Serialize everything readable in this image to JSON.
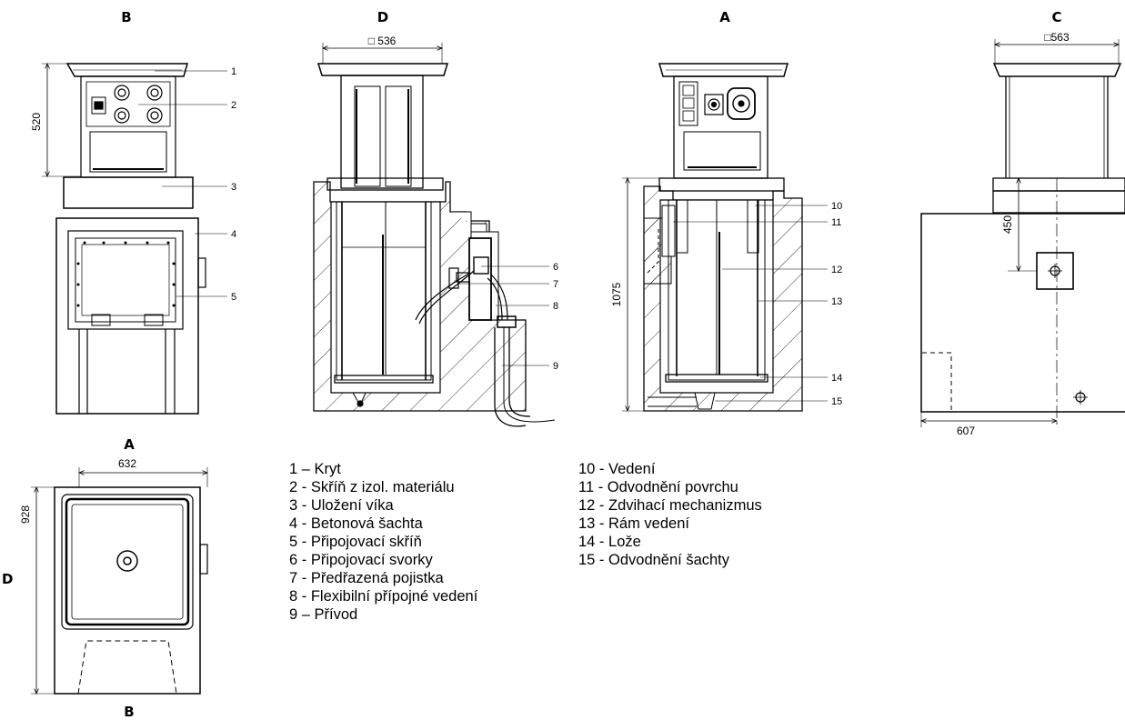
{
  "views": {
    "B_top": "B",
    "D_top": "D",
    "A_top": "A",
    "C_top": "C",
    "A_plan": "A",
    "B_plan": "B",
    "D_plan": "D"
  },
  "dimensions": {
    "b_height": "520",
    "d_width": "□ 536",
    "a_height": "1075",
    "c_width": "□563",
    "c_height": "450",
    "c_offset": "607",
    "plan_width": "632",
    "plan_depth": "928"
  },
  "callouts": {
    "b": [
      "1",
      "2",
      "3",
      "4",
      "5"
    ],
    "d": [
      "6",
      "7",
      "8",
      "9"
    ],
    "a": [
      "10",
      "11",
      "12",
      "13",
      "14",
      "15"
    ]
  },
  "legend": {
    "left": [
      "1 – Kryt",
      "2 - Skříň z izol. materiálu",
      "3 - Uložení víka",
      "4 - Betonová šachta",
      "5 - Připojovací skříň",
      "6 - Připojovací svorky",
      "7 - Předřazená pojistka",
      "8 - Flexibilní přípojné vedení",
      "9 – Přívod"
    ],
    "right": [
      "10 - Vedení",
      "11 - Odvodnění povrchu",
      "12 - Zdvihací mechanizmus",
      "13 - Rám vedení",
      "14 - Lože",
      "15 - Odvodnění šachty"
    ]
  }
}
